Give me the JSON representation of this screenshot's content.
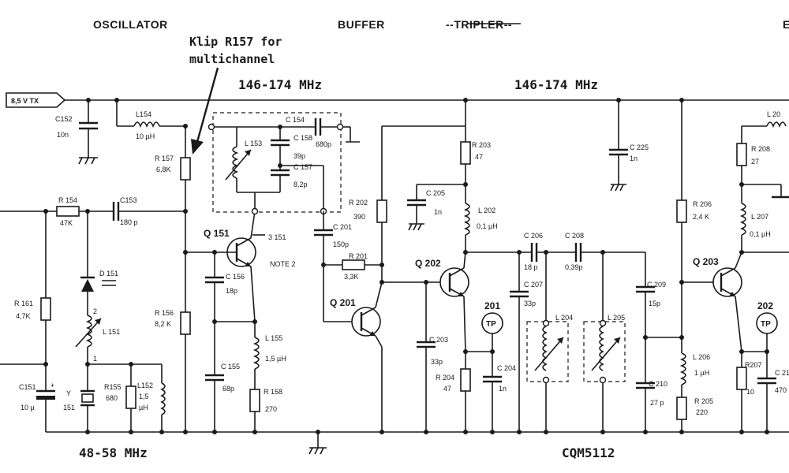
{
  "sections": {
    "oscillator": "OSCILLATOR",
    "buffer": "BUFFER",
    "tripler": "--TRIPLER--",
    "partial": "E"
  },
  "annotation": {
    "line1": "Klip R157 for",
    "line2": "multichannel"
  },
  "frequencies": {
    "buffer": "146-174 MHz",
    "tripler": "146-174 MHz",
    "oscillator": "48-58 MHz"
  },
  "supply": "8,5 V TX",
  "footer_code": "CQM5112",
  "note2": "NOTE 2",
  "components": {
    "c152": {
      "name": "C152",
      "value": "10n"
    },
    "l154": {
      "name": "L154",
      "value": "10 µH"
    },
    "r157": {
      "name": "R 157",
      "value": "6,8K"
    },
    "r154": {
      "name": "R 154",
      "value": "47K"
    },
    "c153": {
      "name": "C153",
      "value": "180 p"
    },
    "d151": {
      "name": "D 151"
    },
    "r161": {
      "name": "R 161",
      "value": "4,7K"
    },
    "l151": {
      "name": "L 151",
      "pin2": "2",
      "pin1": "1"
    },
    "c151": {
      "name": "C151",
      "value": "10 µ"
    },
    "y151": {
      "name": "Y",
      "value": "151"
    },
    "r155": {
      "name": "R155",
      "value": "680"
    },
    "l152": {
      "name": "L152",
      "value1": "1,5",
      "value2": "µH"
    },
    "l153": {
      "name": "L 153"
    },
    "c154": {
      "name": "C 154",
      "value": "680p"
    },
    "c158": {
      "name": "C 158",
      "value": "39p"
    },
    "c157": {
      "name": "C 157",
      "value": "8,2p"
    },
    "q151": {
      "name": "Q 151"
    },
    "j151": {
      "name": "3 151"
    },
    "c156": {
      "name": "C 156",
      "value": "18p"
    },
    "r156": {
      "name": "R 156",
      "value": "8,2 K"
    },
    "c155": {
      "name": "C 155",
      "value": "68p"
    },
    "l155": {
      "name": "L 155",
      "value": "1,5 µH"
    },
    "r158": {
      "name": "R 158",
      "value": "270"
    },
    "c201": {
      "name": "C 201",
      "value": "150p"
    },
    "r202": {
      "name": "R 202",
      "value": "390"
    },
    "r201": {
      "name": "R 201",
      "value": "3,3K"
    },
    "q201": {
      "name": "Q 201"
    },
    "r203": {
      "name": "R 203",
      "value": "47"
    },
    "c205": {
      "name": "C 205",
      "value": "1n"
    },
    "l202": {
      "name": "L 202",
      "value": "0,1 µH"
    },
    "q202": {
      "name": "Q 202"
    },
    "c203": {
      "name": "C 203",
      "value": "33p"
    },
    "r204": {
      "name": "R 204",
      "value": "47"
    },
    "c204": {
      "name": "C 204",
      "value": "1n"
    },
    "tp201": {
      "name": "201",
      "label": "TP"
    },
    "c206": {
      "name": "C 206",
      "value": "18 p"
    },
    "c207": {
      "name": "C 207",
      "value": "33p"
    },
    "c208": {
      "name": "C 208",
      "value": "0,39p"
    },
    "l204": {
      "name": "L 204"
    },
    "l205": {
      "name": "L 205"
    },
    "c225": {
      "name": "C 225",
      "value": "1n"
    },
    "c209": {
      "name": "C 209",
      "value": "15p"
    },
    "c210": {
      "name": "C 210",
      "value": "27 p"
    },
    "l206": {
      "name": "L 206",
      "value": "1 µH"
    },
    "r205": {
      "name": "R 205",
      "value": "220"
    },
    "r206": {
      "name": "R 206",
      "value": "2,4 K"
    },
    "r208": {
      "name": "R 208",
      "value": "27"
    },
    "l207": {
      "name": "L 207",
      "value": "0,1 µH"
    },
    "q203": {
      "name": "Q 203"
    },
    "tp202": {
      "name": "202",
      "label": "TP"
    },
    "r207": {
      "name": "R207",
      "value": "10"
    },
    "c211": {
      "name": "C 21",
      "value": "470"
    },
    "l20x": {
      "name": "L 20"
    }
  }
}
